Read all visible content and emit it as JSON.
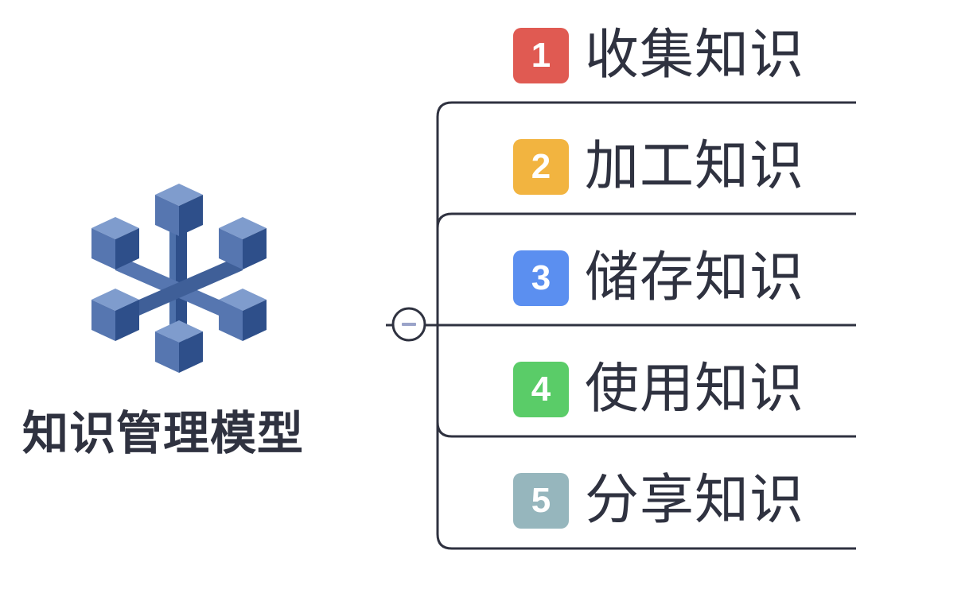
{
  "root": {
    "title": "知识管理模型",
    "icon": "molecule-cubes-icon",
    "icon_colors": {
      "light": "#6f8fc4",
      "mid": "#4d70aa",
      "dark": "#2e4f8a"
    }
  },
  "collapse_button": {
    "symbol": "−"
  },
  "line_color": "#2f3240",
  "topics": [
    {
      "number": "1",
      "label": "收集知识",
      "color": "#e05a52"
    },
    {
      "number": "2",
      "label": "加工知识",
      "color": "#f2b440"
    },
    {
      "number": "3",
      "label": "储存知识",
      "color": "#5b8ff0"
    },
    {
      "number": "4",
      "label": "使用知识",
      "color": "#5acc68"
    },
    {
      "number": "5",
      "label": "分享知识",
      "color": "#96b6bd"
    }
  ]
}
